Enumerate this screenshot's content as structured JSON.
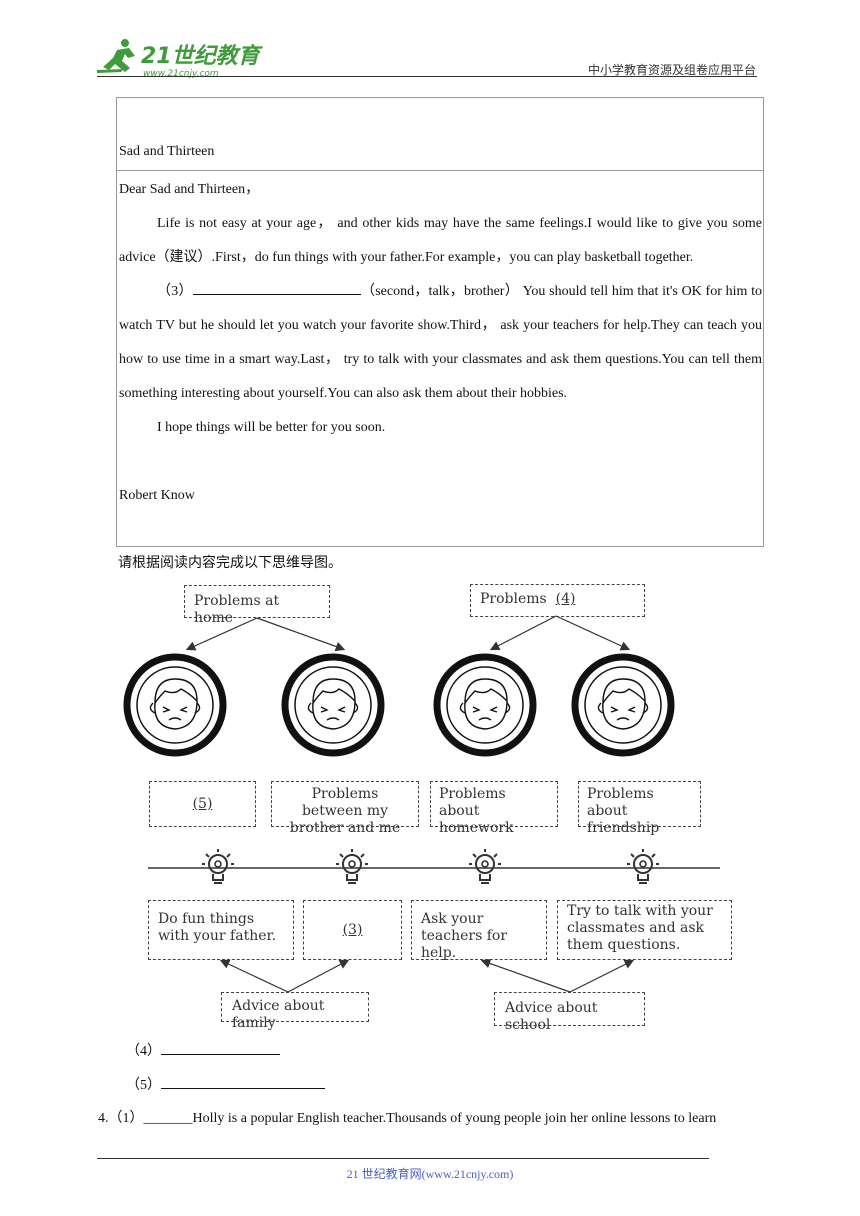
{
  "header": {
    "logo_text": "21世纪教育",
    "logo_url": "www.21cnjy.com",
    "platform": "中小学教育资源及组卷应用平台"
  },
  "letter": {
    "title": "Sad and Thirteen",
    "greeting": "Dear Sad and Thirteen，",
    "para1": "Life is not easy at your age， and other kids may have the same feelings.I would like to give you some advice（建议）.First，do fun things with your father.For example，you can play basketball together.",
    "blank3_label": "（3）",
    "blank3_hint": "（second，talk，brother）",
    "para2_rest": "You should tell him that it's OK for him to watch TV but he should let you watch your favorite show.Third， ask your teachers for help.They can teach you how to use time in a smart way.Last， try to talk with your classmates and ask them questions.You can tell them something interesting about yourself.You can also ask them about their hobbies.",
    "closing": "I hope things will be better for you soon.",
    "signature": "Robert Know"
  },
  "mindmap": {
    "intro": "请根据阅读内容完成以下思维导图。",
    "top_left": "Problems at home",
    "top_right_prefix": "Problems",
    "top_right_blank": "(4)",
    "problems": [
      "(5)",
      "Problems between my brother and me",
      "Problems about homework",
      "Problems about friendship"
    ],
    "advice": [
      "Do fun things with your father.",
      "(3)",
      "Ask your teachers for help.",
      "Try to talk with your classmates and ask them questions."
    ],
    "bottom_left": "Advice about family",
    "bottom_right": "Advice about school"
  },
  "answers": {
    "a4": "（4）",
    "a5": "（5）"
  },
  "next_question": "4.（1）_______Holly is a popular English teacher.Thousands of young people join her online lessons to learn",
  "footer": "21 世纪教育网(www.21cnjy.com)"
}
